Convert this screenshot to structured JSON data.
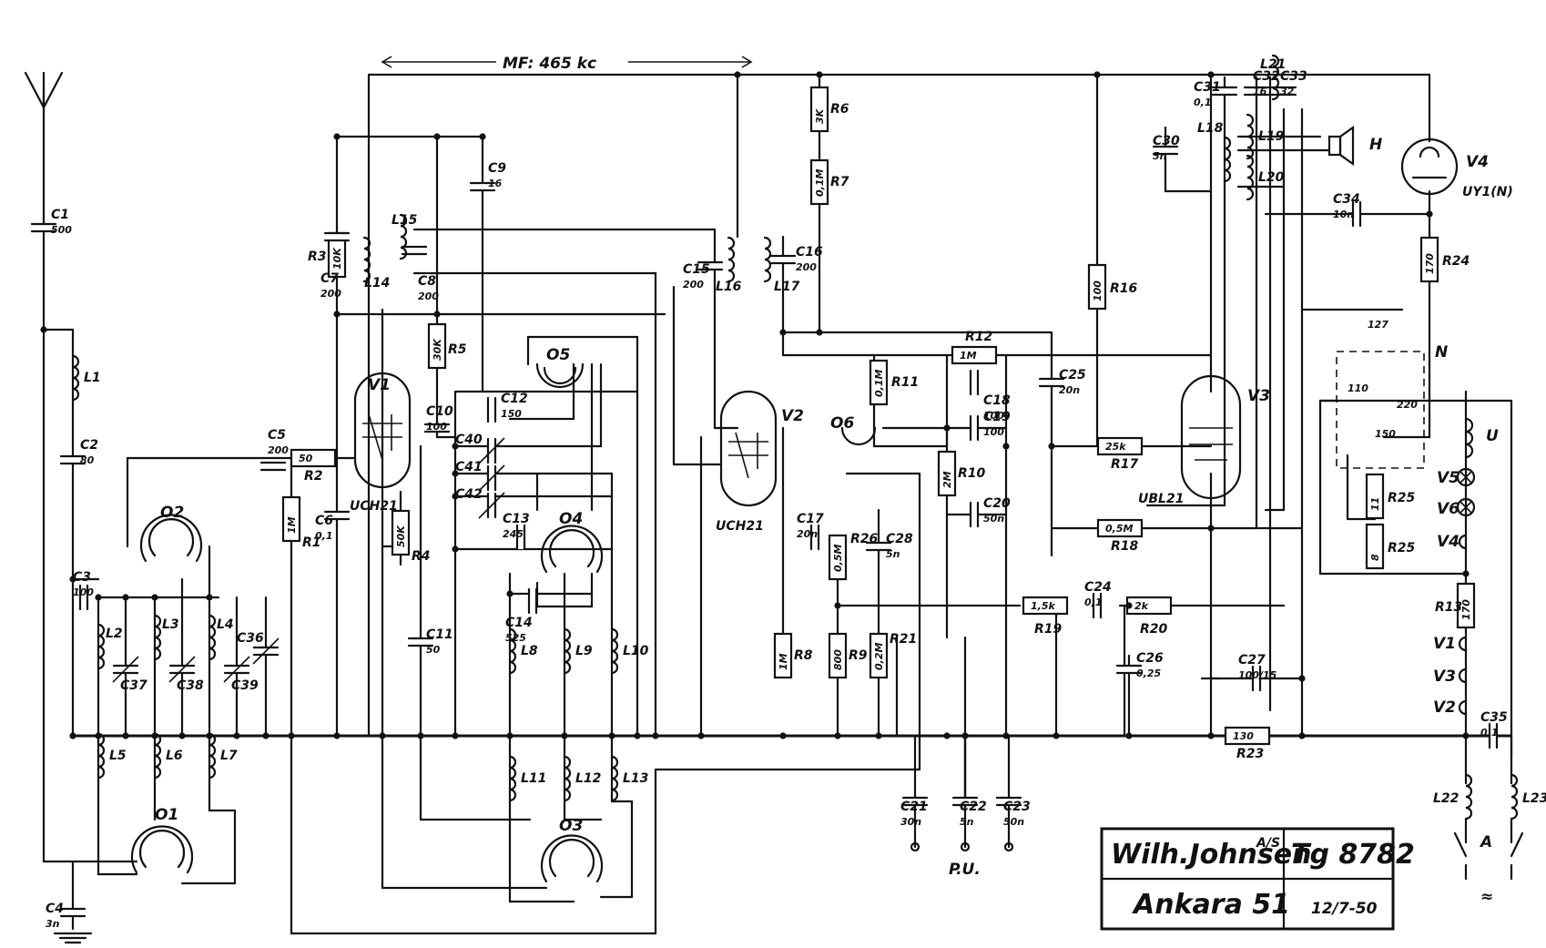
{
  "header": {
    "mf_label": "MF: 465 kc"
  },
  "title_block": {
    "maker": "Wilh.Johnsen",
    "maker_suffix": "A/S",
    "drawing_no": "Tg 8782",
    "model": "Ankara 51",
    "signature": "12/7-50"
  },
  "tubes": [
    {
      "ref": "V1",
      "type": "UCH21"
    },
    {
      "ref": "V2",
      "type": "UCH21"
    },
    {
      "ref": "V3",
      "type": "UBL21"
    },
    {
      "ref": "V4",
      "type": "UY1(N)"
    }
  ],
  "resistors": [
    {
      "ref": "R1",
      "value": "1M"
    },
    {
      "ref": "R2",
      "value": "50"
    },
    {
      "ref": "R3",
      "value": "10K"
    },
    {
      "ref": "R4",
      "value": "50K"
    },
    {
      "ref": "R5",
      "value": "30K"
    },
    {
      "ref": "R6",
      "value": "3K"
    },
    {
      "ref": "R7",
      "value": "0,1M"
    },
    {
      "ref": "R8",
      "value": "1M"
    },
    {
      "ref": "R9",
      "value": "800"
    },
    {
      "ref": "R10",
      "value": "2M"
    },
    {
      "ref": "R11",
      "value": "0,1M"
    },
    {
      "ref": "R12",
      "value": "1M"
    },
    {
      "ref": "R16",
      "value": "100"
    },
    {
      "ref": "R17",
      "value": "25k"
    },
    {
      "ref": "R18",
      "value": "0,5M"
    },
    {
      "ref": "R19",
      "value": "1,5k"
    },
    {
      "ref": "R20",
      "value": "2k"
    },
    {
      "ref": "R21",
      "value": "0,2M"
    },
    {
      "ref": "R23",
      "value": "130"
    },
    {
      "ref": "R24",
      "value": "170"
    },
    {
      "ref": "R25",
      "value": "11"
    },
    {
      "ref": "R25b",
      "value": "8"
    },
    {
      "ref": "R26",
      "value": "0,5M"
    },
    {
      "ref": "R13",
      "value": "170"
    }
  ],
  "capacitors": [
    {
      "ref": "C1",
      "value": "500"
    },
    {
      "ref": "C2",
      "value": "80"
    },
    {
      "ref": "C3",
      "value": "100"
    },
    {
      "ref": "C4",
      "value": "3n"
    },
    {
      "ref": "C5",
      "value": "200"
    },
    {
      "ref": "C6",
      "value": "0,1"
    },
    {
      "ref": "C7",
      "value": "200"
    },
    {
      "ref": "C8",
      "value": "200"
    },
    {
      "ref": "C9",
      "value": "16"
    },
    {
      "ref": "C10",
      "value": "100"
    },
    {
      "ref": "C11",
      "value": "50"
    },
    {
      "ref": "C12",
      "value": "150"
    },
    {
      "ref": "C13",
      "value": "245"
    },
    {
      "ref": "C14",
      "value": "525"
    },
    {
      "ref": "C15",
      "value": "200"
    },
    {
      "ref": "C16",
      "value": "200"
    },
    {
      "ref": "C17",
      "value": "20n"
    },
    {
      "ref": "C18",
      "value": "100"
    },
    {
      "ref": "C19",
      "value": "100"
    },
    {
      "ref": "C20",
      "value": "50n"
    },
    {
      "ref": "C21",
      "value": "30n"
    },
    {
      "ref": "C22",
      "value": "5n"
    },
    {
      "ref": "C23",
      "value": "50n"
    },
    {
      "ref": "C24",
      "value": "0,1"
    },
    {
      "ref": "C25",
      "value": "20n"
    },
    {
      "ref": "C26",
      "value": "0,25"
    },
    {
      "ref": "C27",
      "value": "100/15"
    },
    {
      "ref": "C28",
      "value": "5n"
    },
    {
      "ref": "C30",
      "value": "5n"
    },
    {
      "ref": "C31",
      "value": "0,1"
    },
    {
      "ref": "C32",
      "value": "16"
    },
    {
      "ref": "C33",
      "value": "32"
    },
    {
      "ref": "C34",
      "value": "10n"
    },
    {
      "ref": "C35",
      "value": "0,1"
    },
    {
      "ref": "C36",
      "value": ""
    },
    {
      "ref": "C37",
      "value": ""
    },
    {
      "ref": "C38",
      "value": ""
    },
    {
      "ref": "C39",
      "value": ""
    },
    {
      "ref": "C40",
      "value": ""
    },
    {
      "ref": "C41",
      "value": ""
    },
    {
      "ref": "C42",
      "value": ""
    }
  ],
  "inductors": [
    "L1",
    "L2",
    "L3",
    "L4",
    "L5",
    "L6",
    "L7",
    "L8",
    "L9",
    "L10",
    "L11",
    "L12",
    "L13",
    "L14",
    "L15",
    "L16",
    "L17",
    "L18",
    "L19",
    "L20",
    "L21",
    "L22",
    "L23"
  ],
  "switches": [
    "O1",
    "O2",
    "O3",
    "O4",
    "O5",
    "O6"
  ],
  "misc": {
    "speaker": "H",
    "mains_selector": "N",
    "mains_voltages": [
      "110",
      "127",
      "150",
      "220"
    ],
    "lamps": [
      "U",
      "V5",
      "V6"
    ],
    "heater_chain": [
      "V4",
      "V1",
      "V3",
      "V2"
    ],
    "pickup": "P.U.",
    "mains_switch": "A",
    "ac_symbol": "≈"
  }
}
